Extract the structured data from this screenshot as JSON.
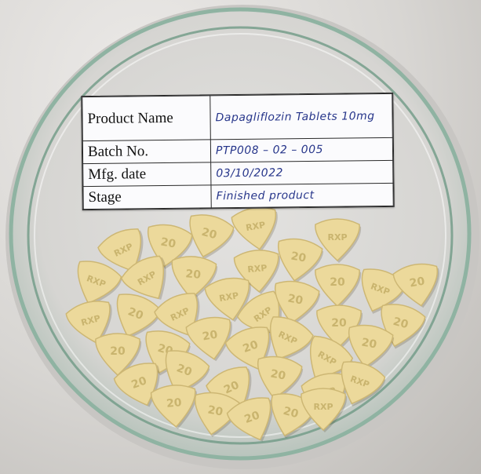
{
  "label": {
    "rows": [
      {
        "key": "Product Name",
        "value": "Dapagliflozin Tablets 10mg"
      },
      {
        "key": "Batch No.",
        "value": "PTP008 – 02 – 005"
      },
      {
        "key": "Mfg. date",
        "value": "03/10/2022"
      },
      {
        "key": "Stage",
        "value": "Finished product"
      }
    ]
  },
  "tablets": {
    "imprints": [
      "20",
      "RXP"
    ]
  },
  "colors": {
    "tablet": "#ecd99b",
    "tablet_edge": "#cdb774",
    "ink": "#26358a",
    "dish_rim": "#6f9a86",
    "background": "#d8d6d3"
  }
}
